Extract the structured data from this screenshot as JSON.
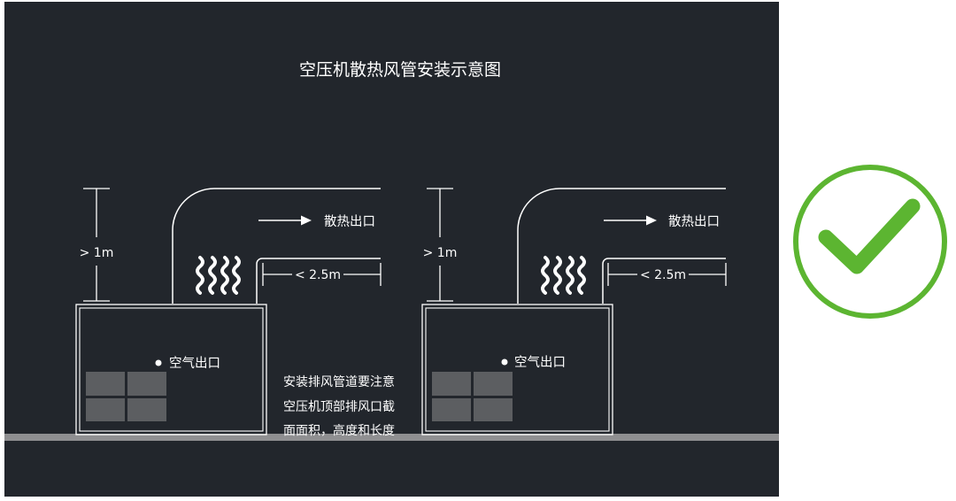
{
  "diagram": {
    "title": "空压机散热风管安装示意图",
    "units": [
      {
        "height_label": "> 1m",
        "outlet_label": "散热出口",
        "length_label": "< 2.5m",
        "air_outlet_label": "空气出口"
      },
      {
        "height_label": "> 1m",
        "outlet_label": "散热出口",
        "length_label": "< 2.5m",
        "air_outlet_label": "空气出口"
      }
    ],
    "note_lines": [
      "安装排风管道要注意",
      "空压机顶部排风口截",
      "面面积，高度和长度"
    ]
  },
  "status": {
    "icon": "check-mark-icon",
    "color": "#5cb531"
  },
  "colors": {
    "background": "#22262c",
    "line": "#ffffff",
    "floor": "#8f8f91",
    "grille": "#5c5e61"
  }
}
